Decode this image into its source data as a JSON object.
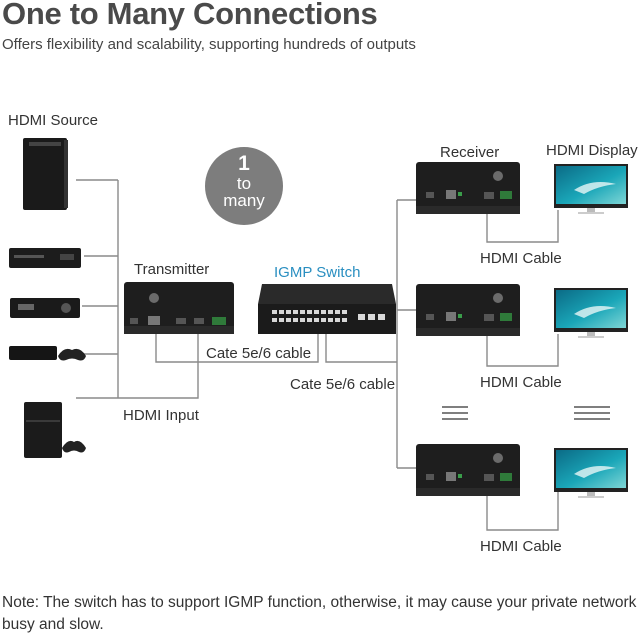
{
  "title": "One to Many Connections",
  "subtitle": "Offers flexibility and scalability, supporting hundreds of outputs",
  "labels": {
    "hdmi_source": "HDMI Source",
    "transmitter": "Transmitter",
    "igmp_switch": "IGMP Switch",
    "receiver": "Receiver",
    "hdmi_display": "HDMI Display",
    "cable_tx_switch": "Cate 5e/6 cable",
    "cable_switch_rx": "Cate 5e/6 cable",
    "hdmi_input": "HDMI Input",
    "hdmi_cable_1": "HDMI Cable",
    "hdmi_cable_2": "HDMI Cable",
    "hdmi_cable_3": "HDMI Cable"
  },
  "badge": {
    "number": "1",
    "line2": "to",
    "line3": "many"
  },
  "note": "Note: The switch has to support IGMP function, otherwise, it may cause your private network busy and slow.",
  "colors": {
    "accent_blue": "#2a8fc1",
    "line": "#8a8a8a",
    "device": "#1c1c1c",
    "badge": "#7d7d7d"
  }
}
